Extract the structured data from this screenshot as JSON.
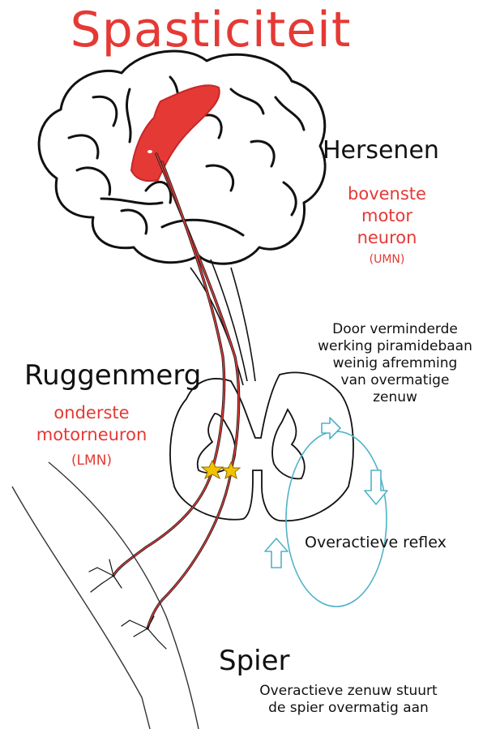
{
  "title": "Spasticiteit",
  "brain": {
    "title": "Hersenen",
    "neuron_label": "bovenste\nmotor\nneuron",
    "neuron_abbr": "(UMN)"
  },
  "spinal_cord": {
    "title": "Ruggenmerg",
    "neuron_label": "onderste\nmotorneuron",
    "neuron_abbr": "(LMN)",
    "note": "Door verminderde\nwerking piramidebaan\nweinig afremming\nvan overmatige\nzenuw"
  },
  "reflex": {
    "label": "Overactieve reflex"
  },
  "muscle": {
    "title": "Spier",
    "note": "Overactieve zenuw stuurt\nde spier overmatig aan"
  },
  "colors": {
    "accent_red": "#e53935",
    "reflex_cyan": "#4fb3c8",
    "neuron_yellow": "#f2c200",
    "outline": "#111111"
  },
  "icons": {
    "brain": "brain-outline",
    "spinal_cord": "spinal-cord-cross-section",
    "neurons": "star-neuron",
    "reflex_arrows": "hollow-arrow"
  }
}
